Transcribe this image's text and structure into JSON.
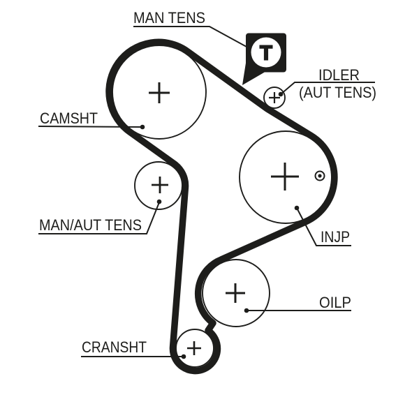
{
  "diagram": {
    "type": "timing-belt-routing",
    "background_color": "#ffffff",
    "ink_color": "#1d1d1b",
    "labels": {
      "man_tens": "MAN TENS",
      "idler_line1": "IDLER",
      "idler_line2": "(AUT TENS)",
      "camsht": "CAMSHT",
      "man_aut_tens": "MAN/AUT TENS",
      "injp": "INJP",
      "oilp": "OILP",
      "cransht": "CRANSHT"
    },
    "badge": {
      "letter": "T"
    },
    "pulleys": [
      {
        "id": "camshaft",
        "label": "CAMSHT",
        "marker": "plus"
      },
      {
        "id": "manual-tensioner",
        "label": "MAN TENS",
        "marker": "T-badge"
      },
      {
        "id": "idler-automatic-tensioner",
        "label": "IDLER (AUT TENS)",
        "marker": "plus"
      },
      {
        "id": "manual-automatic-tensioner",
        "label": "MAN/AUT TENS",
        "marker": "plus"
      },
      {
        "id": "injection-pump",
        "label": "INJP",
        "marker": "plus-and-bolt"
      },
      {
        "id": "oil-pump",
        "label": "OILP",
        "marker": "plus"
      },
      {
        "id": "crankshaft",
        "label": "CRANSHT",
        "marker": "plus"
      }
    ]
  }
}
